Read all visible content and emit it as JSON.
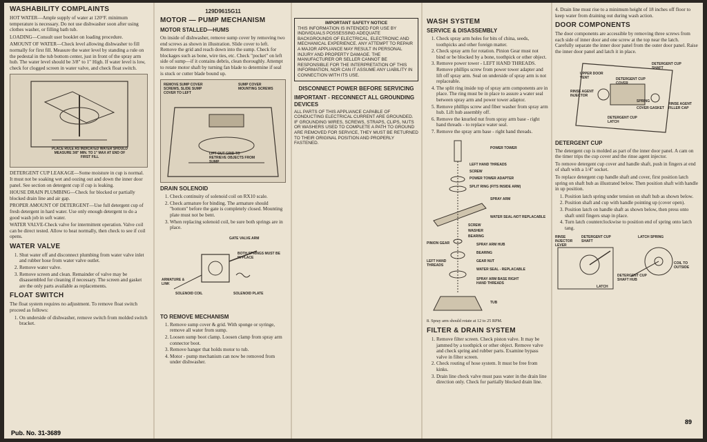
{
  "col1": {
    "heading": "WASHABILITY COMPLAINTS",
    "paras": [
      "HOT WATER—Ample supply of water at 120°F. minimum temperature is necessary. Do not use dishwasher soon after using clothes washer, or filling bath tub.",
      "LOADING—Consult user booklet on loading procedure.",
      "AMOUNT OF WATER—Check level allowing dishwasher to fill normally for first fill. Measure the water level by standing a rule on the pedestal in the tub bottom center, just in front of the spray arm hub. The water level should be 3/8\" to 1\" High. If water level is low, check for clogged screen in water valve, and check float switch."
    ],
    "fig_caption": "PLACE RULE AS INDICATED WATER SHOULD MEASURE 3/8\" MIN. TO 1\" MAX AT END OF FIRST FILL",
    "paras2": [
      "DETERGENT CUP LEAKAGE—Some moisture in cup is normal. It must not be soaking wet and oozing out and down the inner door panel. See section on detergent cup if cup is leaking.",
      "HOUSE DRAIN PLUMBING—Check for blocked or partially blocked drain line and air gap.",
      "PROPER AMOUNT OF DETERGENT—Use full detergent cup of fresh detergent in hard water. Use only enough detergent to do a good wash job in soft water.",
      "WATER VALVE-Check valve for intermittent operation. Valve coil can be direct tested. Allow to heat normally, then check to see if coil opens."
    ],
    "valve_heading": "WATER VALVE",
    "valve_steps": [
      "Shut water off and disconnect plumbing from water valve inlet and rubber hose from water valve outlet.",
      "Remove water valve.",
      "Remove screen and clean. Remainder of valve may be disassembled for cleaning if necessary. The screen and gasket are the only parts available as replacements."
    ],
    "float_heading": "FLOAT SWITCH",
    "float_intro": "The float system requires no adjustment. To remove float switch proceed as follows:",
    "float_steps": [
      "On underside of dishwasher, remove switch from molded switch bracket."
    ],
    "pub": "Pub. No. 31-3689"
  },
  "col2": {
    "part_no": "129D9615G11",
    "heading": "MOTOR — PUMP MECHANISM",
    "sub": "MOTOR STALLED—HUMS",
    "para": "On inside of dishwasher, remove sump cover by removing two end screws as shown in illustration. Slide cover to left. Remove the grid and reach down into the sump. Check for blockages such as bone, wire ties, etc. Check \"pocket\" on left side of sump—if it contains debris, clean thoroughly. Attempt to rotate motor shaft by turning fan blade to determine if seal is stuck or cutter blade bound up.",
    "fig_labels": [
      "REMOVE SUMP COVER SCREWS, SLIDE SUMP COVER TO LEFT",
      "SUMP COVER MOUNTING SCREWS",
      "LIFT OUT GRID TO RETRIEVE OBJECTS FROM SUMP"
    ],
    "drain_heading": "DRAIN SOLENOID",
    "drain_steps": [
      "Check continuity of solenoid coil on RX10 scale.",
      "Check armature for binding. The armature should \"bottom\" before the gate is completely closed. Mounting plate must not be bent.",
      "When replacing solenoid coil, be sure both springs are in place."
    ],
    "sol_labels": [
      "GATE VALVE ARM",
      "BOTH SPRINGS MUST BE IN PLACE",
      "ARMATURE & LINK",
      "SOLENOID COIL",
      "SOLENOID PLATE"
    ],
    "remove_heading": "TO REMOVE MECHANISM",
    "remove_steps": [
      "Remove sump cover & grid. With sponge or syringe, remove all water from sump.",
      "Loosen sump boot clamp. Loosen clamp from spray arm connector boot.",
      "Remove hanger that holds motor to tub.",
      "Motor - pump mechanism can now be removed from under dishwasher."
    ]
  },
  "col3": {
    "notice_title": "IMPORTANT SAFETY NOTICE",
    "notice_body": "THIS INFORMATION IS INTENDED FOR USE BY INDIVIDUALS POSSESSING ADEQUATE BACKGROUNDS OF ELECTRICAL, ELECTRONIC AND MECHANICAL EXPERIENCE. ANY ATTEMPT TO REPAIR A MAJOR APPLIANCE MAY RESULT IN PERSONAL INJURY AND PROPERTY DAMAGE. THE MANUFACTURER OR SELLER CANNOT BE RESPONSIBLE FOR THE INTERPRETATION OF THIS INFORMATION, NOR CAN IT ASSUME ANY LIABILITY IN CONNECTION WITH ITS USE.",
    "disconnect": "DISCONNECT POWER BEFORE SERVICING",
    "reconnect": "IMPORTANT - RECONNECT ALL GROUNDING DEVICES",
    "ground_body": "ALL PARTS OF THIS APPLIANCE CAPABLE OF CONDUCTING ELECTRICAL CURRENT ARE GROUNDED. IF GROUNDING WIRES, SCREWS, STRAPS, CLIPS, NUTS OR WASHERS USED TO COMPLETE A PATH TO GROUND ARE REMOVED FOR SERVICE, THEY MUST BE RETURNED TO THEIR ORIGINAL POSITION AND PROPERLY FASTENED."
  },
  "col4": {
    "heading": "WASH SYSTEM",
    "sub": "SERVICE & DISASSEMBLY",
    "steps": [
      "Check spray arm holes for bits of china, seeds, toothpicks and other foreign matter.",
      "Check spray arm for rotation. Pinion Gear must not bind or be blocked by a bone, toothpick or other object.",
      "Remove power tower - LEFT HAND THREADS. Remove phillips screw from power tower adapter and lift off spray arm. Seal on underside of spray arm is not replaceable.",
      "The split ring inside top of spray arm components are in place. The ring must be in place to assure a water seal between spray arm and power tower adaptor.",
      "Remove phillips screw and fiber washer from spray arm hub. Lift hub assembly off.",
      "Remove the knurled nut from spray arm base - right hand threads - to replace water seal.",
      "Remove the spray arm base - right hand threads."
    ],
    "exploded": [
      "POWER TOWER",
      "LEFT HAND THREADS",
      "SCREW",
      "POWER TOWER ADAPTER",
      "SPLIT RING (FITS INSIDE ARM)",
      "SPRAY ARM",
      "WATER SEAL-NOT REPLACABLE",
      "SCREW",
      "WASHER",
      "BEARING",
      "PINION GEAR",
      "SPRAY ARM HUB",
      "BEARING",
      "LEFT HAND THREADS",
      "GEAR NUT",
      "WATER SEAL - REPLACABLE",
      "SPRAY ARM BASE RIGHT HAND THREADS",
      "TUB"
    ],
    "note": "8. Spray arm should rotate at 12 to 25 RPM.",
    "filter_heading": "FILTER & DRAIN SYSTEM",
    "filter_steps": [
      "Remove filter screen. Check piston valve. It may be jammed by a toothpick or other object. Remove valve and check spring and rubber parts. Examine bypass valve in filter screen.",
      "Check routing of hose system. It must be free from kinks.",
      "Drain line check valve must pass water in the drain line direction only. Check for partially blocked drain line."
    ]
  },
  "col5": {
    "step4": "4. Drain line must rise to a minimum height of 18 inches off floor to keep water from draining out during wash action.",
    "door_heading": "DOOR COMPONENTS",
    "door_para": "The door components are accessible by removing three screws from each side of inner door and one screw at the top near the latch. Carefully separate the inner door panel from the outer door panel. Raise the inner door panel and latch it in place.",
    "door_labels": [
      "UPPER DOOR VENT",
      "DETERGENT CUP SHAFT",
      "DETERGENT CUP COVER",
      "RINSE AGENT INJECTOR",
      "SPRING",
      "COVER GASKET",
      "RINSE AGENT FILLER CAP",
      "DETERGENT CUP LATCH"
    ],
    "cup_heading": "DETERGENT CUP",
    "cup_para": "The detergent cup is molded as part of the inner door panel. A cam on the timer trips the cup cover and the rinse agent injector.",
    "cup_para2": "To remove detergent cup cover and handle shaft, push in fingers at end of shaft with a 1/4\" socket.",
    "cup_para3": "To replace detergent cup handle shaft and cover, first position latch spring on shaft hub as illustrated below. Then position shaft with handle in up position.",
    "cup_steps": [
      "Position latch spring under tension on shaft hub as shown below.",
      "Position shaft and cup with handle pointing up (cover open).",
      "Position latch on handle shaft as shown below, then press onto shaft until fingers snap in place.",
      "Turn latch counterclockwise to position end of spring onto latch tang."
    ],
    "cup_labels": [
      "RINSE INJECTOR LEVER",
      "DETERGENT CUP SHAFT",
      "LATCH SPRING",
      "DETERGENT CUP SHAFT HUB",
      "COIL TO OUTSIDE",
      "LATCH"
    ],
    "page": "89"
  }
}
